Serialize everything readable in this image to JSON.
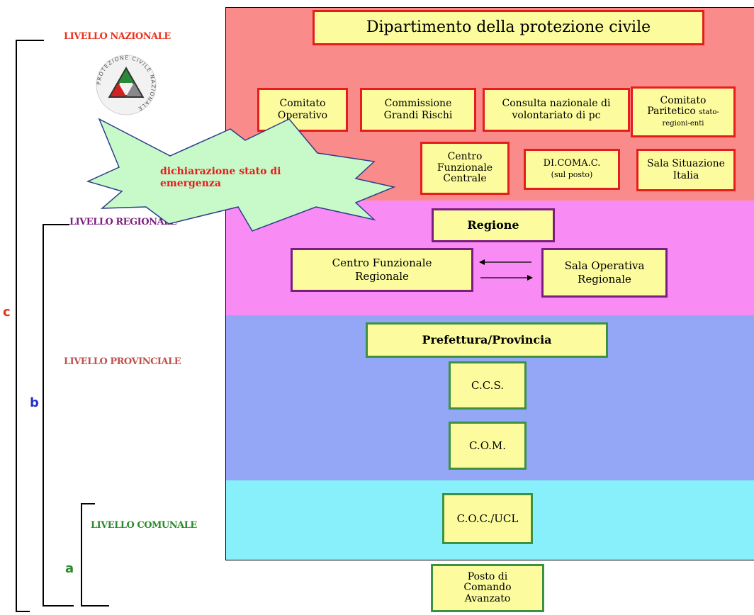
{
  "levels": {
    "nazionale": "LIVELLO NAZIONALE",
    "regionale": "LIVELLO REGIONALE",
    "provinciale": "LIVELLO PROVINCIALE",
    "comunale": "LIVELLO COMUNALE"
  },
  "brackets": {
    "a": "a",
    "b": "b",
    "c": "c"
  },
  "logo": {
    "icon": "protezione-civile-logo",
    "text": "PROTEZIONE CIVILE NAZIONALE"
  },
  "nazionale": {
    "dipartimento": "Dipartimento della protezione civile",
    "comitato_operativo": [
      "Comitato",
      "Operativo"
    ],
    "commissione": [
      "Commissione",
      "Grandi Rischi"
    ],
    "consulta": [
      "Consulta nazionale di",
      "volontariato di pc"
    ],
    "comitato_paritetico": [
      "Comitato",
      "Paritetico",
      "stato-",
      "regioni-enti"
    ],
    "centro_funzionale": [
      "Centro",
      "Funzionale",
      "Centrale"
    ],
    "dicomac": [
      "DI.COMA.C.",
      "(sul posto)"
    ],
    "sala_situazione": [
      "Sala Situazione",
      "Italia"
    ]
  },
  "burst": [
    "dichiarazione stato di",
    "emergenza"
  ],
  "regionale": {
    "regione": "Regione",
    "centro": [
      "Centro Funzionale",
      "Regionale"
    ],
    "sala": [
      "Sala Operativa",
      "Regionale"
    ]
  },
  "provinciale": {
    "prefettura": "Prefettura/Provincia",
    "ccs": "C.C.S.",
    "com": "C.O.M."
  },
  "comunale": {
    "coc": "C.O.C./UCL"
  },
  "pca": [
    "Posto di",
    "Comando",
    "Avanzato"
  ],
  "colors": {
    "nazionale_band": "#fa8b8b",
    "regionale_band": "#f98bf4",
    "provinciale_band": "#93a7f6",
    "comunale_band": "#87f0fa",
    "box_fill": "#fcfc9e",
    "burst_fill": "#c8f9c8"
  }
}
